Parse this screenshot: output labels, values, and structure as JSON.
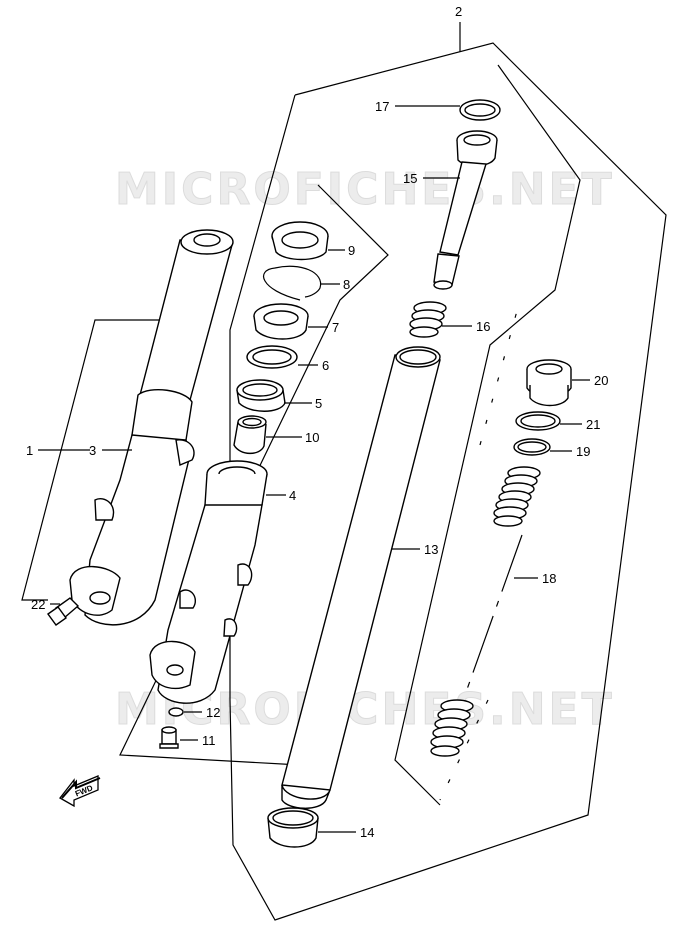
{
  "watermark": "MICROFICHES.NET",
  "direction_label": "FWD",
  "callouts": {
    "c1": "1",
    "c2": "2",
    "c3": "3",
    "c4": "4",
    "c5": "5",
    "c6": "6",
    "c7": "7",
    "c8": "8",
    "c9": "9",
    "c10": "10",
    "c11": "11",
    "c12": "12",
    "c13": "13",
    "c14": "14",
    "c15": "15",
    "c16": "16",
    "c17": "17",
    "c18": "18",
    "c19": "19",
    "c20": "20",
    "c21": "21",
    "c22": "22"
  }
}
